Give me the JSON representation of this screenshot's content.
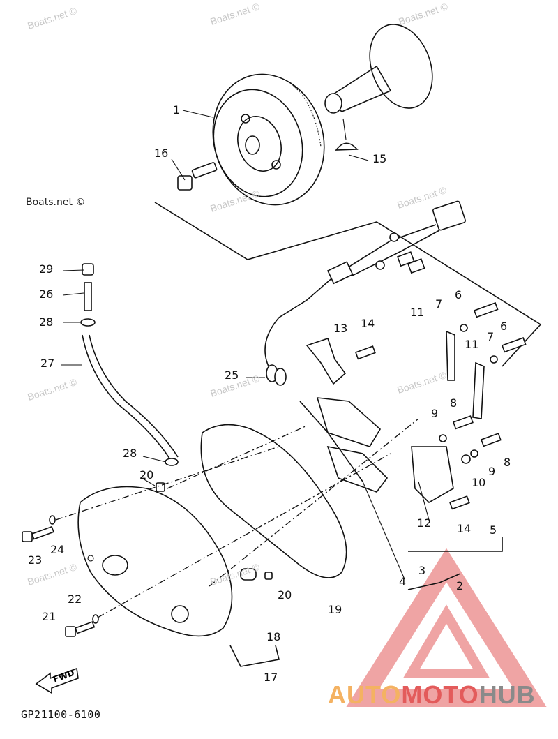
{
  "diagram_code": "GP21100-6100",
  "watermark_text": "Boats.net ©",
  "brand": {
    "part1": "AUTO",
    "part2": "MOTO",
    "part3": "HUB",
    "color1": "#f4b262",
    "color2": "#e35b5b",
    "color3": "#8a8a8a"
  },
  "fwd_label": "FWD",
  "labels": [
    {
      "id": "L1",
      "text": "1"
    },
    {
      "id": "L2",
      "text": "2"
    },
    {
      "id": "L3",
      "text": "3"
    },
    {
      "id": "L4",
      "text": "4"
    },
    {
      "id": "L5",
      "text": "5"
    },
    {
      "id": "L6a",
      "text": "6"
    },
    {
      "id": "L6b",
      "text": "6"
    },
    {
      "id": "L7a",
      "text": "7"
    },
    {
      "id": "L7b",
      "text": "7"
    },
    {
      "id": "L8a",
      "text": "8"
    },
    {
      "id": "L8b",
      "text": "8"
    },
    {
      "id": "L9a",
      "text": "9"
    },
    {
      "id": "L9b",
      "text": "9"
    },
    {
      "id": "L10",
      "text": "10"
    },
    {
      "id": "L11a",
      "text": "11"
    },
    {
      "id": "L11b",
      "text": "11"
    },
    {
      "id": "L12",
      "text": "12"
    },
    {
      "id": "L13",
      "text": "13"
    },
    {
      "id": "L14a",
      "text": "14"
    },
    {
      "id": "L14b",
      "text": "14"
    },
    {
      "id": "L15",
      "text": "15"
    },
    {
      "id": "L16",
      "text": "16"
    },
    {
      "id": "L17",
      "text": "17"
    },
    {
      "id": "L18",
      "text": "18"
    },
    {
      "id": "L19",
      "text": "19"
    },
    {
      "id": "L20a",
      "text": "20"
    },
    {
      "id": "L20b",
      "text": "20"
    },
    {
      "id": "L21",
      "text": "21"
    },
    {
      "id": "L22",
      "text": "22"
    },
    {
      "id": "L23",
      "text": "23"
    },
    {
      "id": "L24",
      "text": "24"
    },
    {
      "id": "L25",
      "text": "25"
    },
    {
      "id": "L26",
      "text": "26"
    },
    {
      "id": "L27",
      "text": "27"
    },
    {
      "id": "L28a",
      "text": "28"
    },
    {
      "id": "L28b",
      "text": "28"
    },
    {
      "id": "L29",
      "text": "29"
    }
  ]
}
